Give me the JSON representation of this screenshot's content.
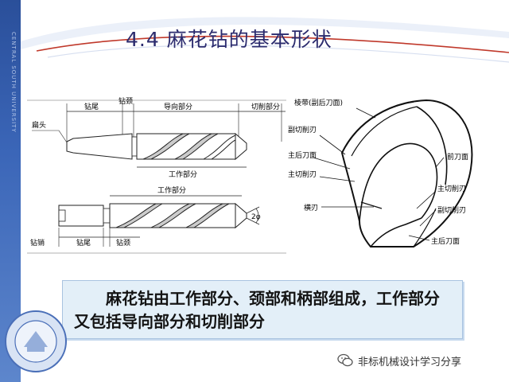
{
  "slide": {
    "title": "4.4  麻花钻的基本形状",
    "caption": "麻花钻由工作部分、颈部和柄部组成，工作部分又包括导向部分和切削部分",
    "watermark": "非标机械设计学习分享",
    "band_text": "CENTRAL SOUTH UNIVERSITY"
  },
  "drill_labels": {
    "top": [
      "钻尾",
      "钻颈",
      "导向部分",
      "切削部分"
    ],
    "flat_tail": "扁头",
    "working_top": "工作部分",
    "working_bottom": "工作部分",
    "angle": "2φ",
    "bottom": [
      "钻销",
      "钻尾",
      "钻颈"
    ]
  },
  "tip_labels": [
    "棱带(副后刀面)",
    "副切削刃",
    "主后刀面",
    "主切削刃",
    "前刀面",
    "主切削刃",
    "横刃",
    "副切削刃",
    "主后刀面"
  ],
  "colors": {
    "band": "#3b66b8",
    "accent_red": "#c0392b",
    "caption_bg": "#e3eff8",
    "title": "#2b2b6e"
  },
  "icons": [
    "university-seal-icon",
    "wechat-logo-icon"
  ]
}
